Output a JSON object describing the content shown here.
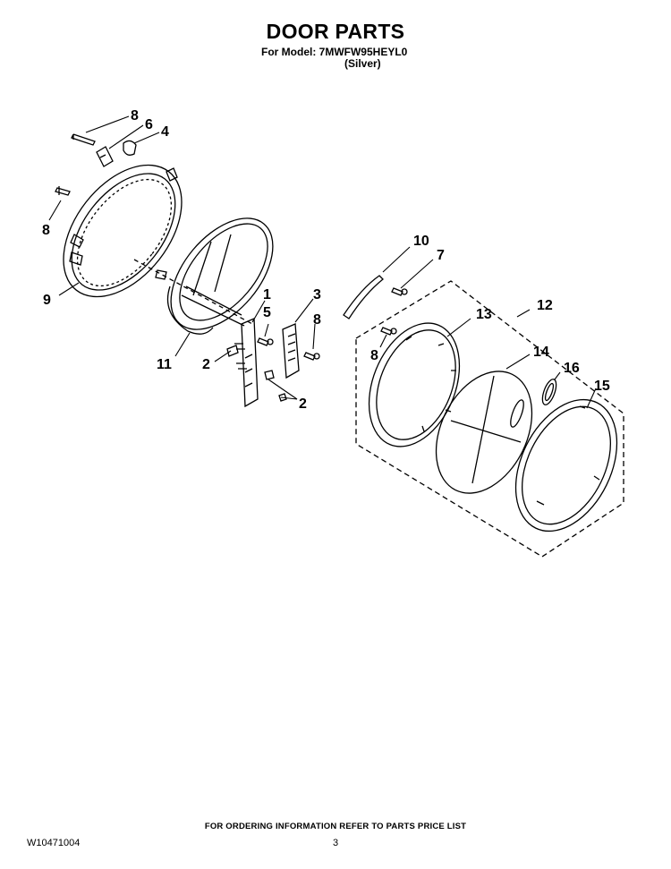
{
  "header": {
    "title": "DOOR PARTS",
    "model_line": "For Model: 7MWFW95HEYL0",
    "color_line": "(Silver)"
  },
  "diagram": {
    "callouts": {
      "c8a": "8",
      "c6": "6",
      "c4": "4",
      "c8b": "8",
      "c9": "9",
      "c11": "11",
      "c1": "1",
      "c5": "5",
      "c3": "3",
      "c8c": "8",
      "c2a": "2",
      "c2b": "2",
      "c10": "10",
      "c7": "7",
      "c12": "12",
      "c13": "13",
      "c8d": "8",
      "c14": "14",
      "c16": "16",
      "c15": "15"
    }
  },
  "footer": {
    "note": "FOR ORDERING INFORMATION REFER TO PARTS PRICE LIST",
    "doc_number": "W10471004",
    "page": "3"
  }
}
